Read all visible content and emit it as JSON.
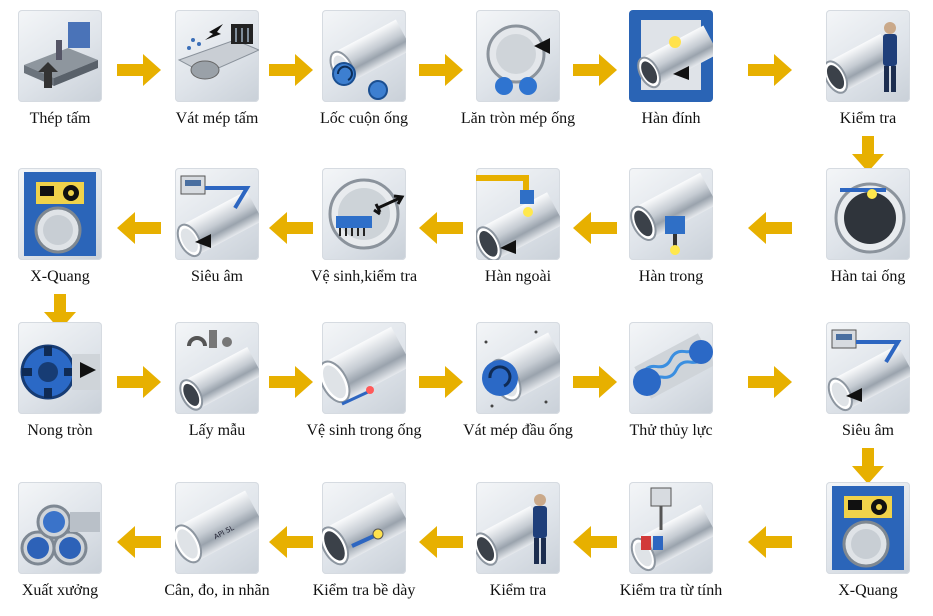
{
  "accent_color": "#e7b000",
  "rows": [
    {
      "direction": "right",
      "steps": [
        {
          "label": "Thép tấm",
          "icon": "steel-plate-icon"
        },
        {
          "label": "Vát mép tấm",
          "icon": "plate-beveling-icon"
        },
        {
          "label": "Lốc cuộn ống",
          "icon": "pipe-rolling-icon"
        },
        {
          "label": "Lăn tròn mép ống",
          "icon": "edge-rounding-icon"
        },
        {
          "label": "Hàn đính",
          "icon": "tack-welding-icon"
        },
        {
          "label": "Kiểm tra",
          "icon": "inspector-icon"
        }
      ]
    },
    {
      "direction": "left",
      "steps": [
        {
          "label": "X-Quang",
          "icon": "xray-icon"
        },
        {
          "label": "Siêu âm",
          "icon": "ultrasonic-icon"
        },
        {
          "label": "Vệ sinh,kiểm tra",
          "icon": "cleaning-icon"
        },
        {
          "label": "Hàn ngoài",
          "icon": "outside-welding-icon"
        },
        {
          "label": "Hàn trong",
          "icon": "inside-welding-icon"
        },
        {
          "label": "Hàn tai ống",
          "icon": "pipe-end-welding-icon"
        }
      ]
    },
    {
      "direction": "right",
      "steps": [
        {
          "label": "Nong tròn",
          "icon": "expanding-icon"
        },
        {
          "label": "Lấy mẫu",
          "icon": "sampling-icon"
        },
        {
          "label": "Vệ sinh trong ống",
          "icon": "inner-cleaning-icon"
        },
        {
          "label": "Vát mép đầu ống",
          "icon": "end-beveling-icon"
        },
        {
          "label": "Thử thủy lực",
          "icon": "hydrotest-icon"
        },
        {
          "label": "Siêu âm",
          "icon": "ultrasonic-icon"
        }
      ]
    },
    {
      "direction": "left",
      "steps": [
        {
          "label": "Xuất xưởng",
          "icon": "finished-pipes-icon"
        },
        {
          "label": "Cân, đo, in nhãn",
          "icon": "marking-icon"
        },
        {
          "label": "Kiểm tra bề dày",
          "icon": "thickness-icon"
        },
        {
          "label": "Kiểm tra",
          "icon": "inspector-icon"
        },
        {
          "label": "Kiểm tra từ tính",
          "icon": "magnetic-test-icon"
        },
        {
          "label": "X-Quang",
          "icon": "xray-icon"
        }
      ]
    }
  ],
  "marking_text": "API 5L"
}
